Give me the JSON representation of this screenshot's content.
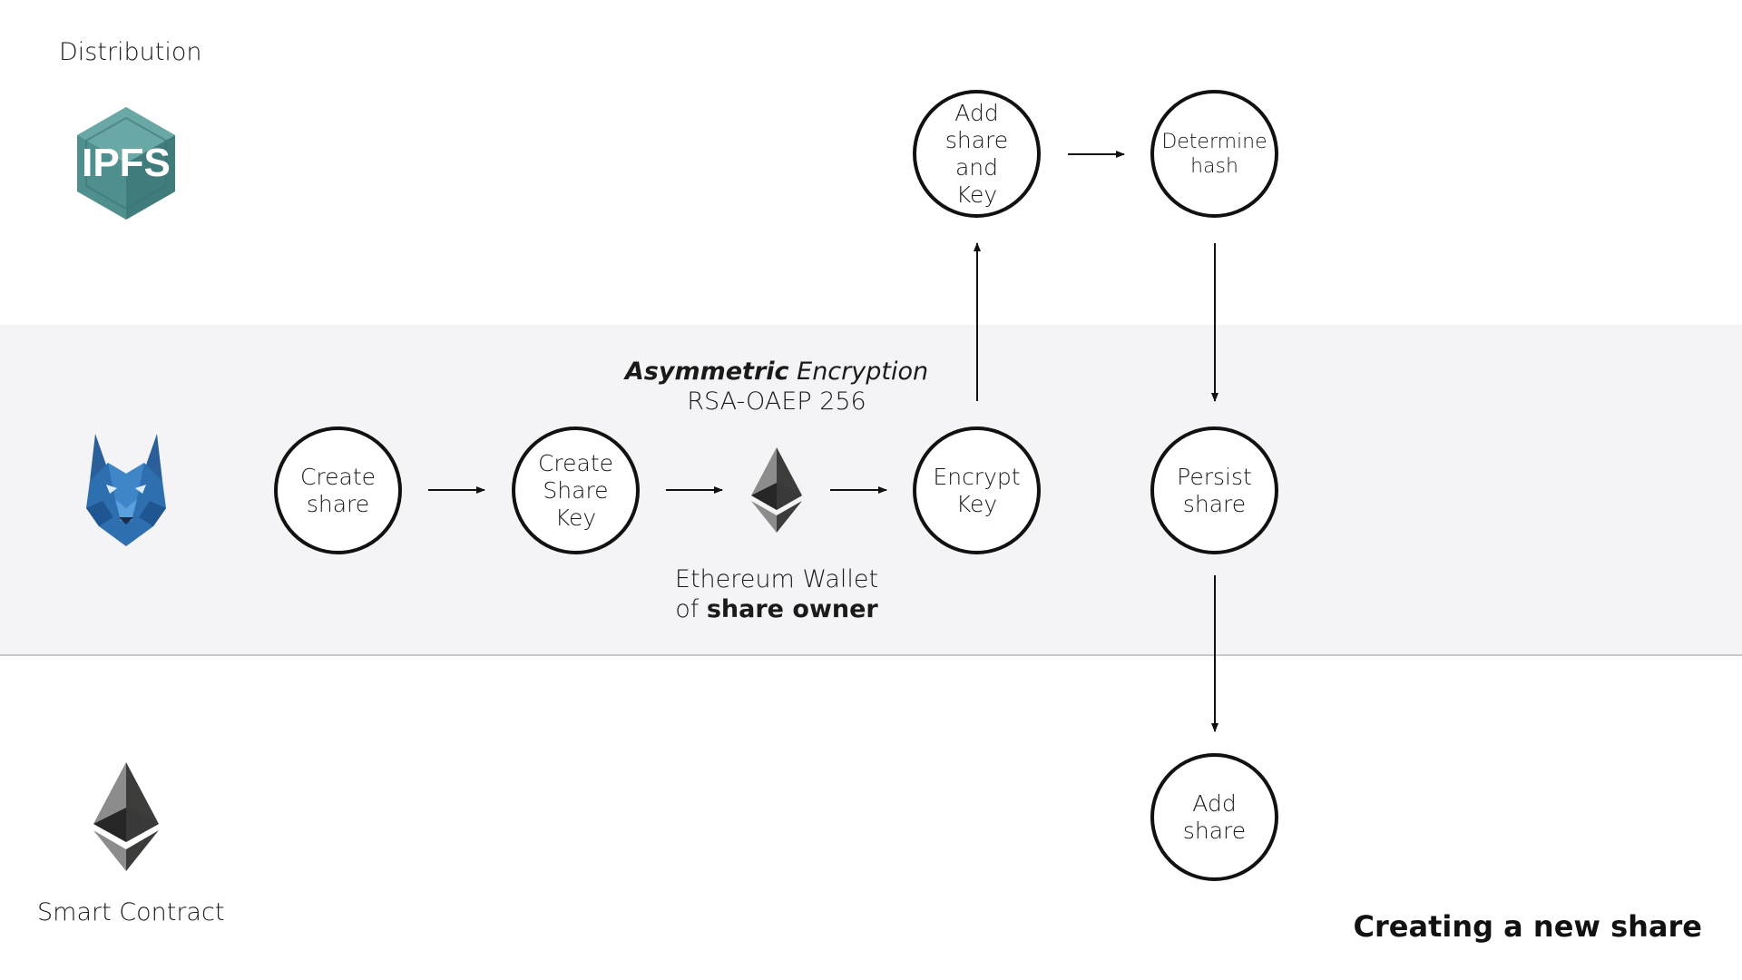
{
  "lanes": {
    "distribution": "Distribution",
    "smart_contract": "Smart Contract"
  },
  "logos": {
    "ipfs_text": "IPFS"
  },
  "nodes": {
    "create_share": "Create\nshare",
    "create_share_key": "Create\nShare\nKey",
    "encrypt_key": "Encrypt\nKey",
    "add_share_and_key": "Add\nshare and\nKey",
    "determine_hash": "Determine\nhash",
    "persist_share": "Persist\nshare",
    "add_share": "Add\nshare"
  },
  "encryption": {
    "label_bold_italic": "Asymmetric",
    "label_italic": " Encryption",
    "algorithm": "RSA-OAEP 256"
  },
  "wallet": {
    "line1": "Ethereum Wallet",
    "line2_prefix": "of ",
    "line2_bold": "share owner"
  },
  "title": "Creating a new share",
  "colors": {
    "middle_lane": "#f4f3f6",
    "ipfs_teal": "#4f8f8e",
    "wolf_blue": "#2e6fb0",
    "node_border": "#111111"
  }
}
